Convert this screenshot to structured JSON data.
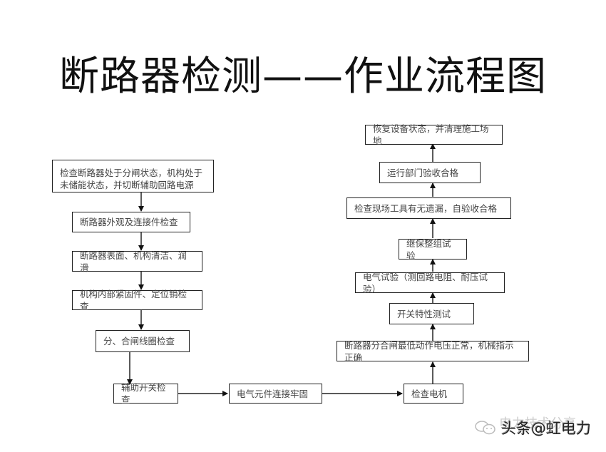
{
  "title": "断路器检测——作业流程图",
  "left_column": [
    "检查断路器处于分闸状态，机构处于未储能状态，并切断辅助回路电源",
    "断路器外观及连接件检查",
    "断路器表面、机构清洁、润滑",
    "机构内部紧固件、定位销检查",
    "分、合闸线圈检查",
    "辅助开关检查"
  ],
  "bottom_row": [
    "电气元件连接牢固",
    "检查电机"
  ],
  "right_column": [
    "断路器分合闸最低动作电压正常，机械指示正确",
    "开关特性测试",
    "电气试验（测回路电阻、耐压试验）",
    "继保整组试验",
    "检查现场工具有无遗漏，自验收合格",
    "运行部门验收合格",
    "恢复设备状态，并清理施工场地"
  ],
  "watermark": {
    "text": "头条@虹电力",
    "ghost_text": "电力技术分享",
    "icon": "wechat-icon"
  }
}
